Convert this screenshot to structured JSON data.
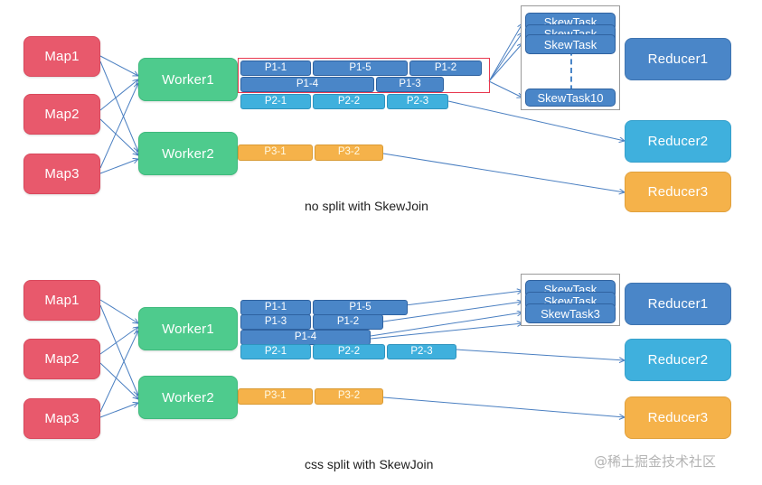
{
  "colors": {
    "map": "#e8596c",
    "worker": "#4ecb8d",
    "reducer1": "#4a86c8",
    "reducer2": "#3fb0dd",
    "reducer3": "#f5b24a",
    "partition_p1": "#4a86c8",
    "partition_p2": "#3fb0dd",
    "partition_p3": "#f5b24a",
    "highlight_outline": "#e8384f",
    "edge": "#4a7fc1",
    "watermark": "#b4b4b4"
  },
  "panels": [
    {
      "id": "top",
      "caption": "no split with SkewJoin",
      "maps": [
        {
          "label": "Map1"
        },
        {
          "label": "Map2"
        },
        {
          "label": "Map3"
        }
      ],
      "workers": [
        {
          "label": "Worker1"
        },
        {
          "label": "Worker2"
        }
      ],
      "partition_rows": [
        {
          "owner": "Worker1",
          "type": "p1",
          "chips": [
            "P1-1",
            "P1-5",
            "P1-2"
          ]
        },
        {
          "owner": "Worker1",
          "type": "p1",
          "chips": [
            "P1-4",
            "P1-3"
          ]
        },
        {
          "owner": "Worker1",
          "type": "p2",
          "chips": [
            "P2-1",
            "P2-2",
            "P2-3"
          ]
        },
        {
          "owner": "Worker2",
          "type": "p3",
          "chips": [
            "P3-1",
            "P3-2"
          ]
        }
      ],
      "skew_group": {
        "tasks": [
          "SkewTask",
          "SkewTask",
          "SkewTask"
        ],
        "last_task": "SkewTask10",
        "has_dashed_continuation": true
      },
      "reducers": [
        {
          "label": "Reducer1",
          "color": "#4a86c8"
        },
        {
          "label": "Reducer2",
          "color": "#3fb0dd"
        },
        {
          "label": "Reducer3",
          "color": "#f5b24a"
        }
      ]
    },
    {
      "id": "bottom",
      "caption": "css split with SkewJoin",
      "maps": [
        {
          "label": "Map1"
        },
        {
          "label": "Map2"
        },
        {
          "label": "Map3"
        }
      ],
      "workers": [
        {
          "label": "Worker1"
        },
        {
          "label": "Worker2"
        }
      ],
      "partition_rows": [
        {
          "owner": "Worker1",
          "type": "p1",
          "chips": [
            "P1-1",
            "P1-5"
          ]
        },
        {
          "owner": "Worker1",
          "type": "p1",
          "chips": [
            "P1-3",
            "P1-2"
          ]
        },
        {
          "owner": "Worker1",
          "type": "p1",
          "chips": [
            "P1-4"
          ]
        },
        {
          "owner": "Worker1",
          "type": "p2",
          "chips": [
            "P2-1",
            "P2-2",
            "P2-3"
          ]
        },
        {
          "owner": "Worker2",
          "type": "p3",
          "chips": [
            "P3-1",
            "P3-2"
          ]
        }
      ],
      "skew_group": {
        "tasks": [
          "SkewTask",
          "SkewTask",
          "SkewTask3"
        ],
        "last_task": "",
        "has_dashed_continuation": false
      },
      "reducers": [
        {
          "label": "Reducer1",
          "color": "#4a86c8"
        },
        {
          "label": "Reducer2",
          "color": "#3fb0dd"
        },
        {
          "label": "Reducer3",
          "color": "#f5b24a"
        }
      ]
    }
  ],
  "watermark": "@稀土掘金技术社区"
}
